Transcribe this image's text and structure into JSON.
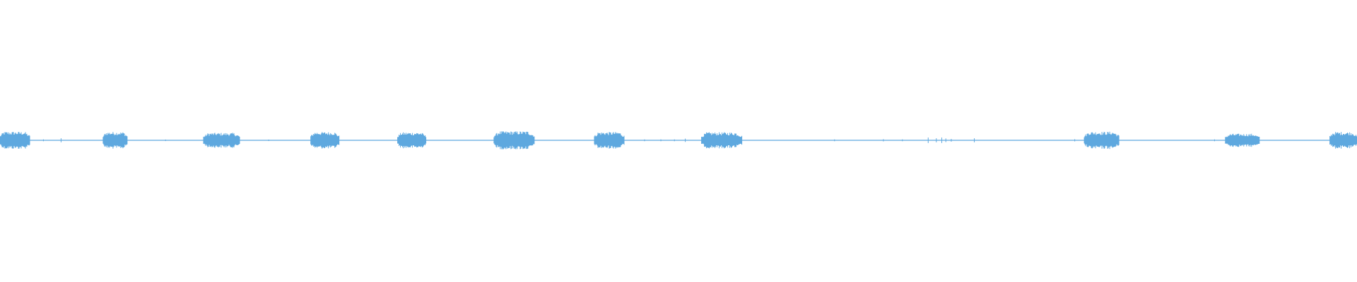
{
  "waveform": {
    "color": "#5ea8df",
    "duration_fraction_segments": [
      {
        "start": 0.0,
        "end": 0.022,
        "level": 0.95
      },
      {
        "start": 0.076,
        "end": 0.094,
        "level": 0.92
      },
      {
        "start": 0.15,
        "end": 0.177,
        "level": 0.82
      },
      {
        "start": 0.229,
        "end": 0.25,
        "level": 0.92
      },
      {
        "start": 0.293,
        "end": 0.314,
        "level": 0.88
      },
      {
        "start": 0.364,
        "end": 0.394,
        "level": 1.0
      },
      {
        "start": 0.438,
        "end": 0.46,
        "level": 0.92
      },
      {
        "start": 0.517,
        "end": 0.547,
        "level": 0.88
      },
      {
        "start": 0.799,
        "end": 0.825,
        "level": 0.95
      },
      {
        "start": 0.903,
        "end": 0.928,
        "level": 0.72
      },
      {
        "start": 0.98,
        "end": 1.0,
        "level": 0.92
      }
    ],
    "noise_blips": [
      {
        "at": 0.032,
        "level": 0.1
      },
      {
        "at": 0.045,
        "level": 0.22
      },
      {
        "at": 0.122,
        "level": 0.08
      },
      {
        "at": 0.198,
        "level": 0.08
      },
      {
        "at": 0.475,
        "level": 0.1
      },
      {
        "at": 0.487,
        "level": 0.1
      },
      {
        "at": 0.497,
        "level": 0.1
      },
      {
        "at": 0.505,
        "level": 0.18
      },
      {
        "at": 0.615,
        "level": 0.1
      },
      {
        "at": 0.651,
        "level": 0.12
      },
      {
        "at": 0.665,
        "level": 0.1
      },
      {
        "at": 0.684,
        "level": 0.3
      },
      {
        "at": 0.69,
        "level": 0.22
      },
      {
        "at": 0.694,
        "level": 0.3
      },
      {
        "at": 0.697,
        "level": 0.2
      },
      {
        "at": 0.701,
        "level": 0.15
      },
      {
        "at": 0.718,
        "level": 0.22
      },
      {
        "at": 0.792,
        "level": 0.12
      },
      {
        "at": 0.895,
        "level": 0.1
      }
    ]
  }
}
